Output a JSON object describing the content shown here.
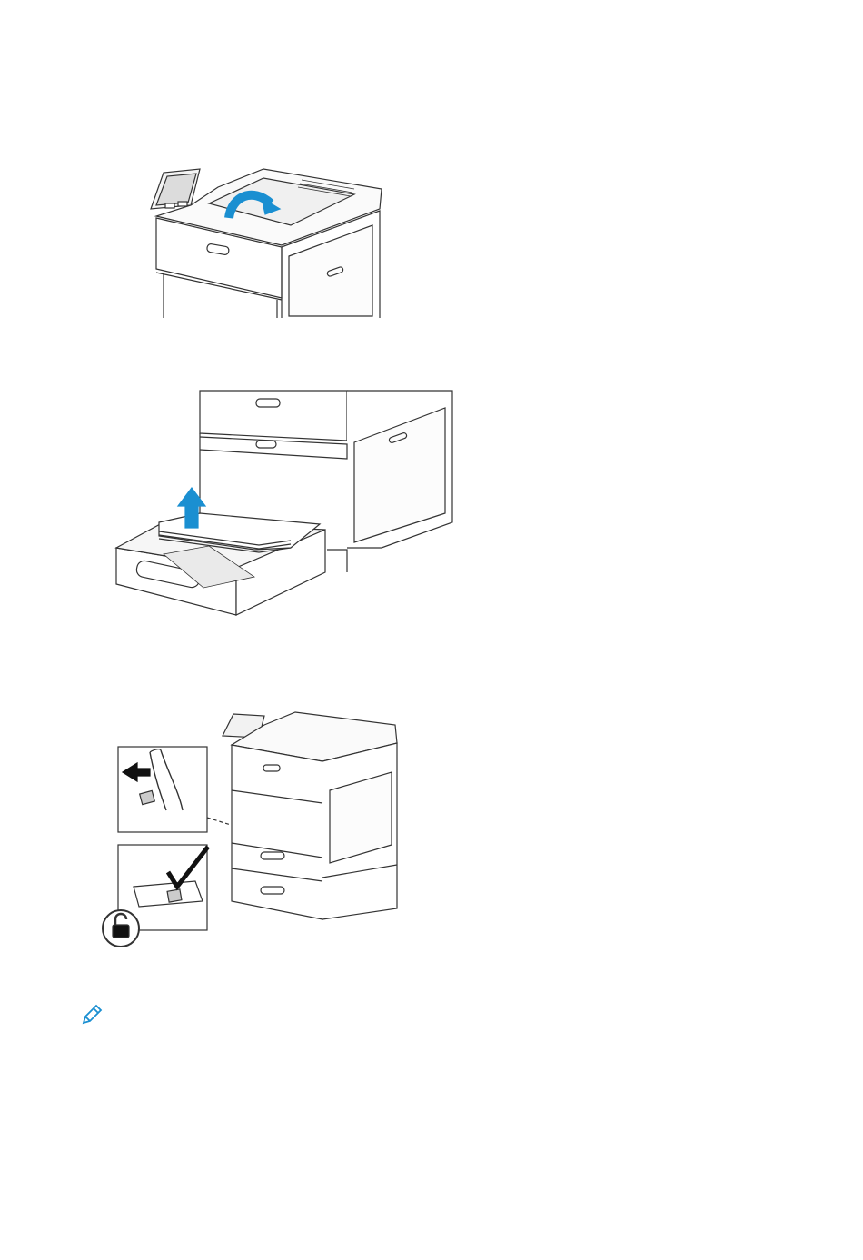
{
  "page": {
    "figures": [
      {
        "id": "fig-1",
        "subject": "printer-top-output-tray"
      },
      {
        "id": "fig-2",
        "subject": "paper-tray-loading"
      },
      {
        "id": "fig-3",
        "subject": "tray-lock-release"
      }
    ],
    "note_icon": "pencil-icon",
    "accent_color": "#1a8fd1"
  }
}
